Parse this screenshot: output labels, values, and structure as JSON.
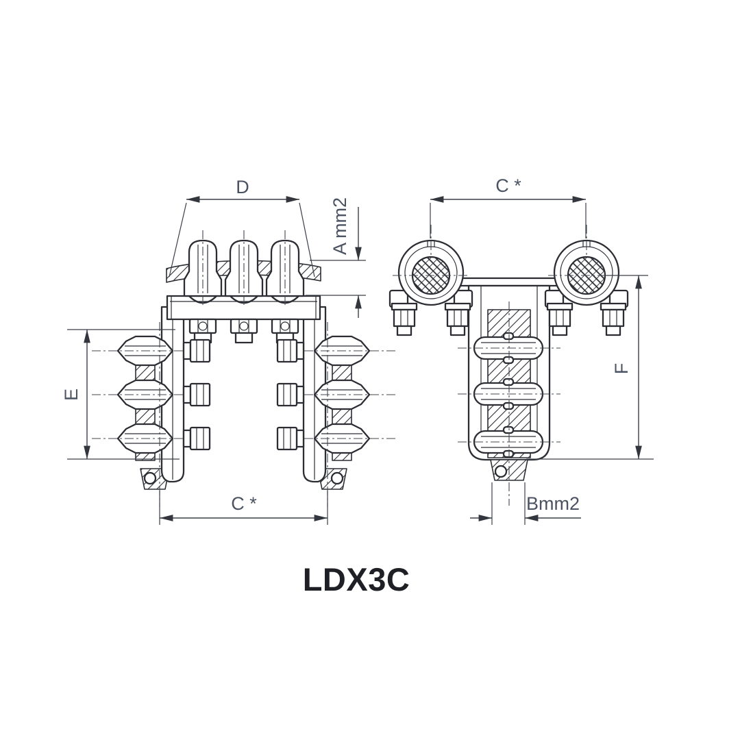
{
  "drawing": {
    "title": "LDX3C",
    "views": {
      "front": {
        "label_top_width": "D",
        "label_conductor_size": "A mm2",
        "label_stack_height": "E",
        "label_phase_spacing": "C *"
      },
      "side": {
        "label_phase_spacing": "C *",
        "label_overall_height": "F",
        "label_conductor_size": "Bmm2"
      }
    },
    "colors": {
      "line": "#2b2d33",
      "dimension_line": "#3a3e47",
      "label_text": "#4b5261",
      "title_text": "#1e2026",
      "background": "#ffffff"
    }
  }
}
